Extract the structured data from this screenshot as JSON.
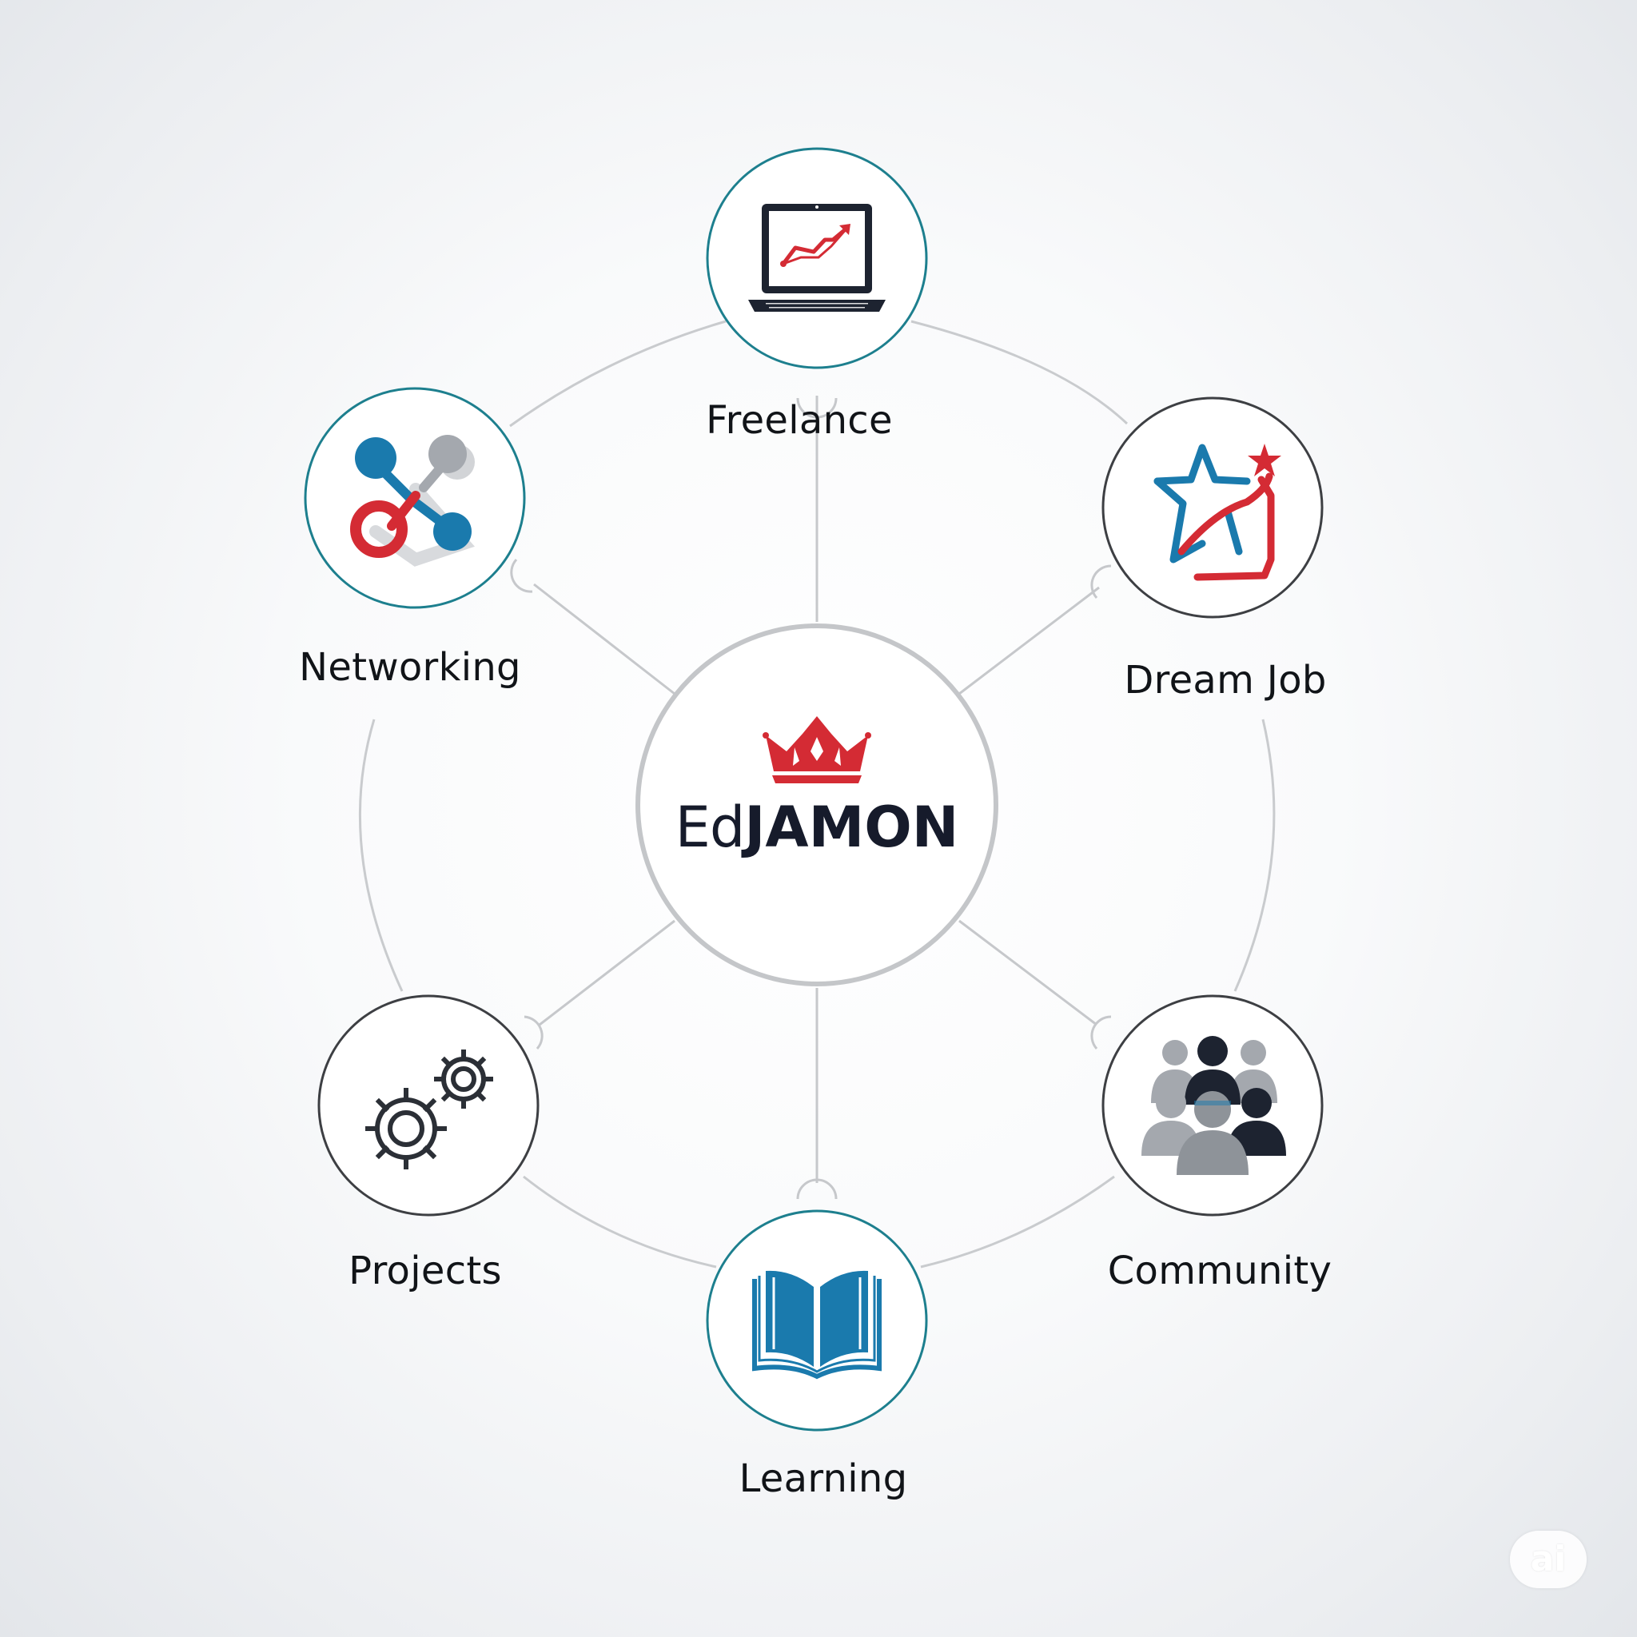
{
  "center": {
    "brand_prefix": "Ed",
    "brand_suffix": "JAMON",
    "icon": "crown-icon"
  },
  "nodes": [
    {
      "id": "freelance",
      "label": "Freelance",
      "icon": "laptop-chart-icon"
    },
    {
      "id": "dream-job",
      "label": "Dream Job",
      "icon": "star-path-icon"
    },
    {
      "id": "community",
      "label": "Community",
      "icon": "people-group-icon"
    },
    {
      "id": "learning",
      "label": "Learning",
      "icon": "open-book-icon"
    },
    {
      "id": "projects",
      "label": "Projects",
      "icon": "gears-icon"
    },
    {
      "id": "networking",
      "label": "Networking",
      "icon": "network-nodes-icon"
    }
  ],
  "watermark": "ai",
  "colors": {
    "red": "#d42b34",
    "blue": "#1a7aad",
    "dark": "#1d2330",
    "gray": "#9da2a8",
    "teal_ring": "#1d7f8e",
    "dark_ring": "#3d3f43",
    "connector": "#c6c8cb"
  }
}
